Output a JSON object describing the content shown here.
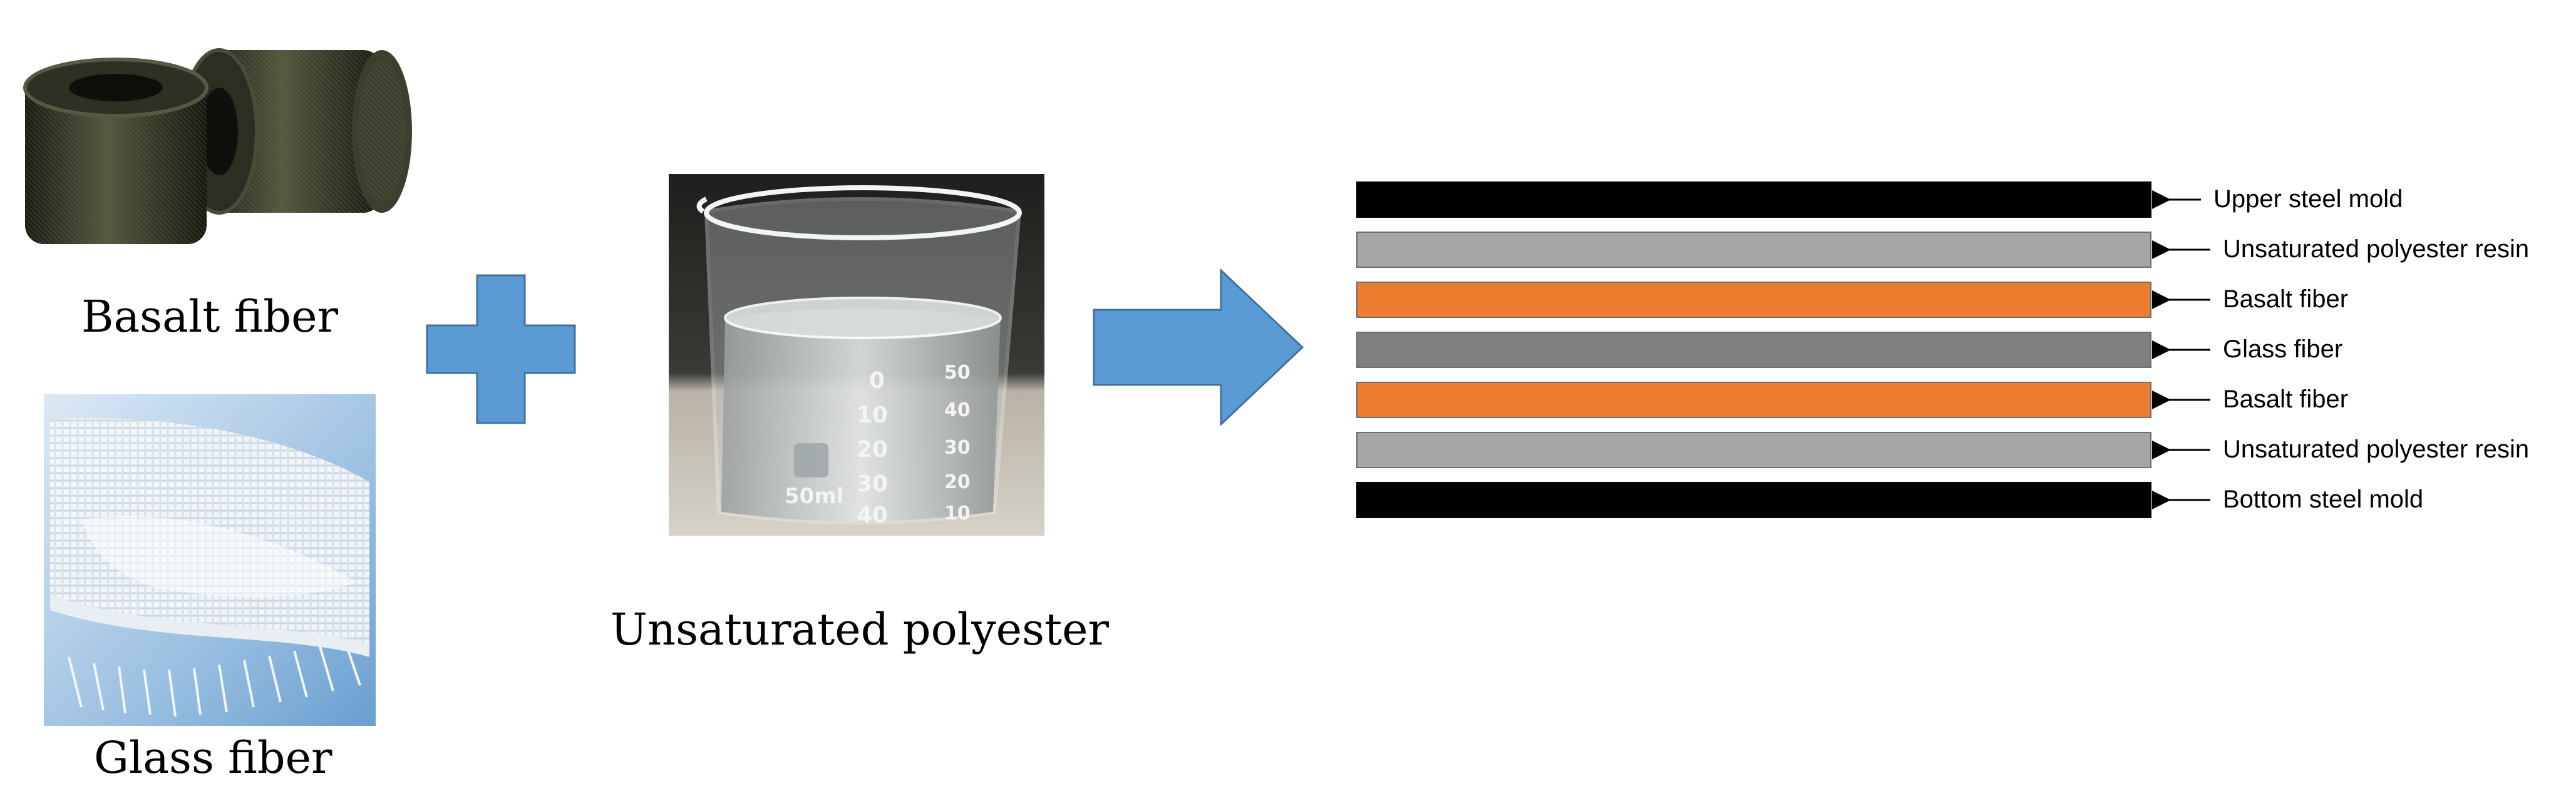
{
  "materials": {
    "basalt": "Basalt fiber",
    "glass": "Glass fiber",
    "polyester": "Unsaturated polyester"
  },
  "beaker": {
    "volume": "50ml",
    "scale_left": [
      "0",
      "10",
      "20",
      "30",
      "40"
    ],
    "scale_right": [
      "50",
      "40",
      "30",
      "20",
      "10"
    ]
  },
  "layers": [
    {
      "label": "Upper steel mold",
      "color": "#000000"
    },
    {
      "label": "Unsaturated polyester resin",
      "color": "#a6a6a6"
    },
    {
      "label": "Basalt fiber",
      "color": "#ed7d31"
    },
    {
      "label": "Glass fiber",
      "color": "#7f7f7f"
    },
    {
      "label": "Basalt fiber",
      "color": "#ed7d31"
    },
    {
      "label": "Unsaturated polyester resin",
      "color": "#a6a6a6"
    },
    {
      "label": "Bottom steel mold",
      "color": "#000000"
    }
  ],
  "colors": {
    "accent_blue": "#5b9bd5"
  },
  "icons": {
    "plus": "plus-icon",
    "arrow": "right-arrow-icon"
  }
}
